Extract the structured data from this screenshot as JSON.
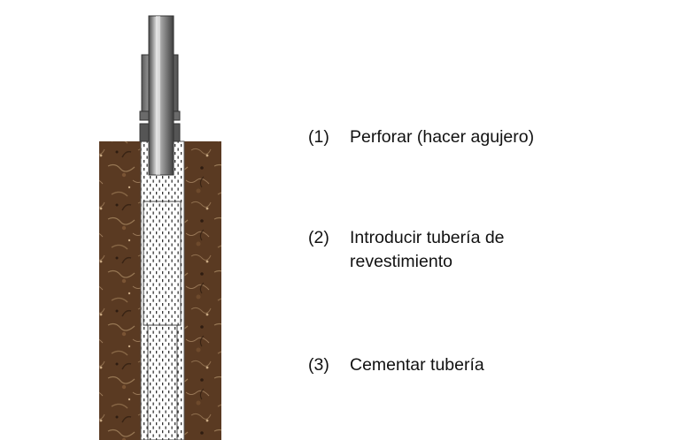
{
  "colors": {
    "soil": "#5a3a22",
    "soil_dark": "#3a2414",
    "soil_light": "#a88a62",
    "cement_fill": "#ffffff",
    "cement_dots": "#333333",
    "steel": "#8e8e8e",
    "steel_dark": "#4a4a4a",
    "text": "#111111"
  },
  "steps": [
    {
      "number": "(1)",
      "text": "Perforar (hacer agujero)"
    },
    {
      "number": "(2)",
      "text": "Introducir tubería de revestimiento"
    },
    {
      "number": "(3)",
      "text": "Cementar tubería"
    }
  ]
}
